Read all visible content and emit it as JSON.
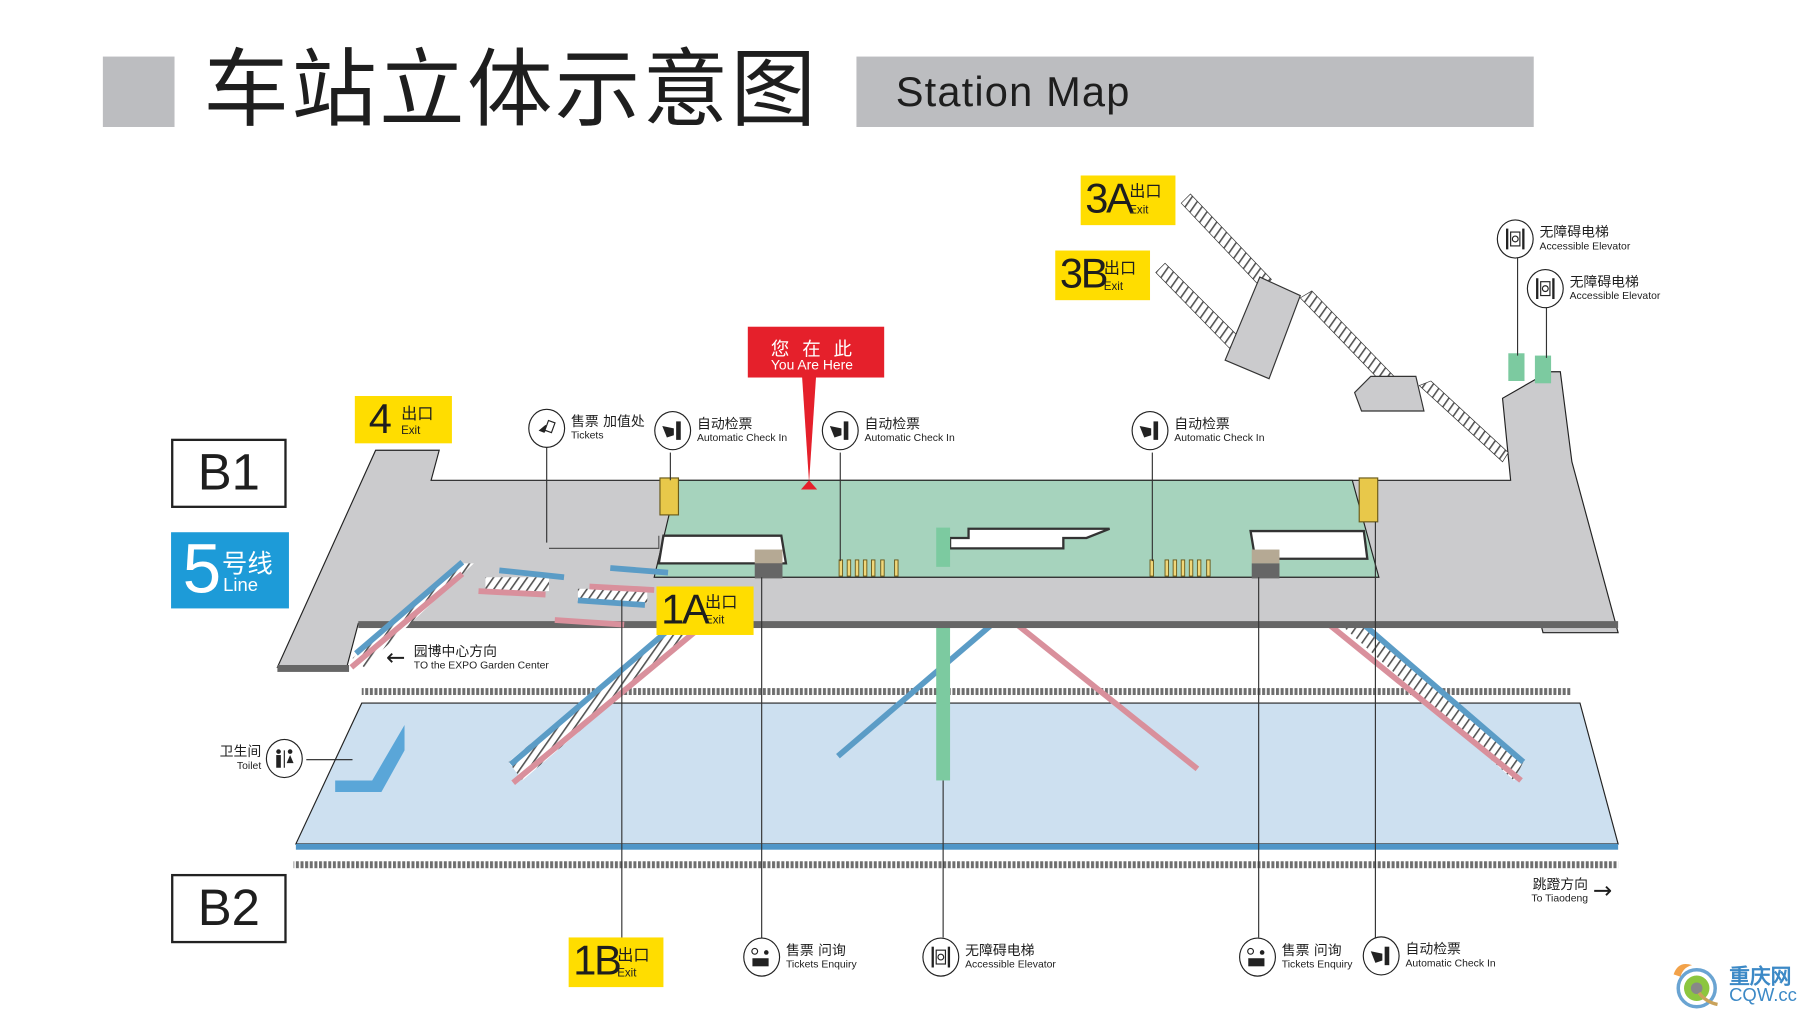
{
  "header": {
    "title_cn": "车站立体示意图",
    "title_en": "Station Map"
  },
  "levels": {
    "b1": "B1",
    "b2": "B2"
  },
  "line_badge": {
    "number": "5",
    "label_cn": "号线",
    "label_en": "Line",
    "color": "#1d9bd8"
  },
  "you_are_here": {
    "label_cn": "您 在 此",
    "label_en": "You Are Here",
    "color": "#e5202b"
  },
  "exits": [
    {
      "id": "4",
      "label_cn": "出口",
      "label_en": "Exit"
    },
    {
      "id": "3A",
      "label_cn": "出口",
      "label_en": "Exit"
    },
    {
      "id": "3B",
      "label_cn": "出口",
      "label_en": "Exit"
    },
    {
      "id": "1A",
      "label_cn": "出口",
      "label_en": "Exit"
    },
    {
      "id": "1B",
      "label_cn": "出口",
      "label_en": "Exit"
    }
  ],
  "facilities_top": [
    {
      "icon": "ticket-hand-icon",
      "label_cn": "售票 加值处",
      "label_en": "Tickets"
    },
    {
      "icon": "gate-check-in-icon",
      "label_cn": "自动检票",
      "label_en": "Automatic Check In"
    },
    {
      "icon": "gate-check-in-icon",
      "label_cn": "自动检票",
      "label_en": "Automatic Check In"
    },
    {
      "icon": "gate-check-in-icon",
      "label_cn": "自动检票",
      "label_en": "Automatic Check In"
    },
    {
      "icon": "accessible-elevator-icon",
      "label_cn": "无障碍电梯",
      "label_en": "Accessible Elevator"
    },
    {
      "icon": "accessible-elevator-icon",
      "label_cn": "无障碍电梯",
      "label_en": "Accessible Elevator"
    }
  ],
  "facilities_bottom": [
    {
      "icon": "ticket-enquiry-icon",
      "label_cn": "售票 问询",
      "label_en": "Tickets Enquiry"
    },
    {
      "icon": "accessible-elevator-icon",
      "label_cn": "无障碍电梯",
      "label_en": "Accessible Elevator"
    },
    {
      "icon": "ticket-enquiry-icon",
      "label_cn": "售票 问询",
      "label_en": "Tickets Enquiry"
    },
    {
      "icon": "gate-check-in-icon",
      "label_cn": "自动检票",
      "label_en": "Automatic Check In"
    }
  ],
  "toilet": {
    "label_cn": "卫生间",
    "label_en": "Toilet"
  },
  "directions": {
    "west": {
      "label_cn": "园博中心方向",
      "label_en": "TO the EXPO Garden Center",
      "arrow": "←"
    },
    "east": {
      "label_cn": "跳蹬方向",
      "label_en": "To Tiaodeng",
      "arrow": "→"
    }
  },
  "watermark": {
    "label_cn": "重庆网",
    "label_en": "CQW.cc"
  },
  "colors": {
    "concourse_grey": "#cbcbcd",
    "paid_area_green": "#a6d3bd",
    "platform_blue": "#cde0f0",
    "exit_yellow": "#ffdd00",
    "escalator_blue": "#5b9cc6",
    "escalator_pink": "#d9909c",
    "elevator_green": "#7ccaa0"
  }
}
